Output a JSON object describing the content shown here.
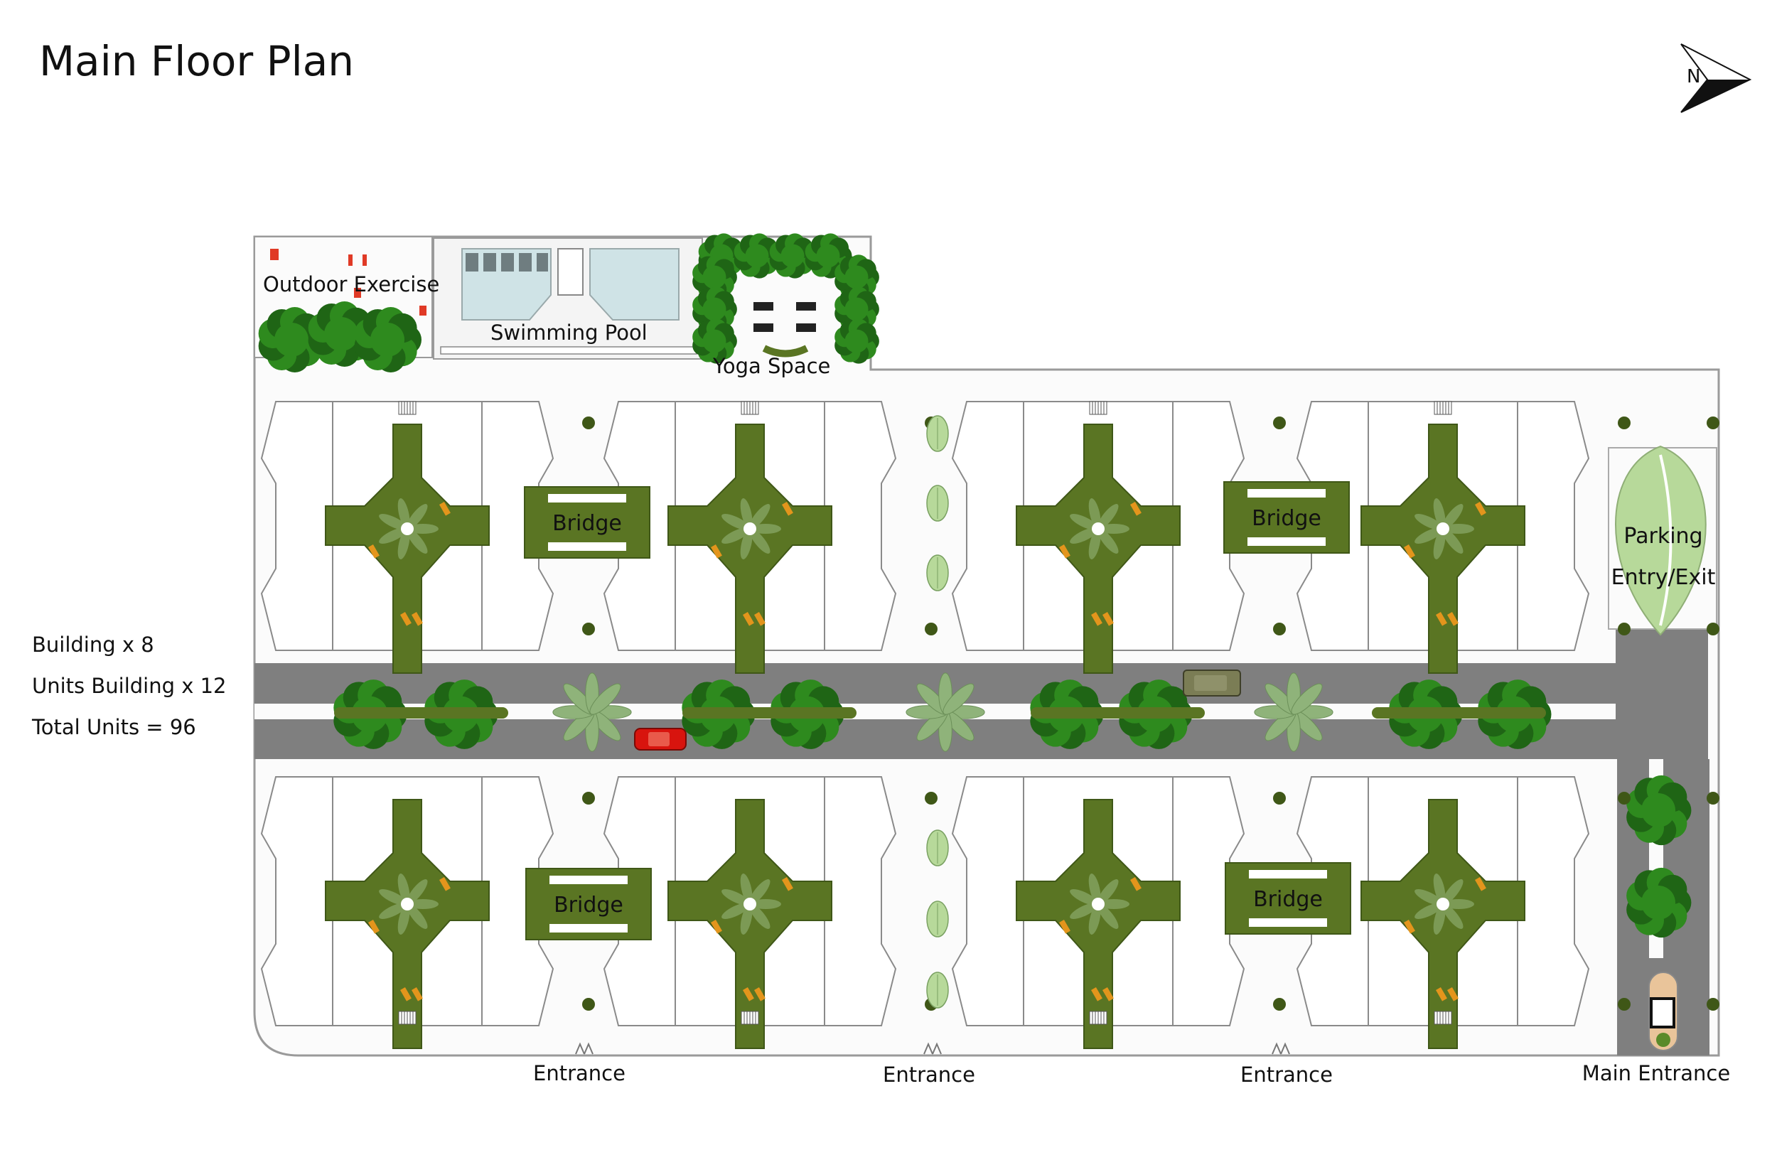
{
  "title": "Main Floor Plan",
  "compass_label": "N",
  "stats": [
    "Building x 8",
    "Units Building x 12",
    "Total Units = 96"
  ],
  "amenities": {
    "outdoor_exercise": "Outdoor Exercise",
    "swimming_pool": "Swimming Pool",
    "yoga_space": "Yoga Space"
  },
  "bridge_label": "Bridge",
  "parking": [
    "Parking",
    "Entry/Exit"
  ],
  "entrances": [
    "Entrance",
    "Entrance",
    "Entrance",
    "Main Entrance"
  ],
  "colors": {
    "lawn": "#5a7523",
    "lawn_dark": "#3f5717",
    "road": "#7f7f7f",
    "tree": "#2e8a1e",
    "tree_dark": "#1f6515",
    "pool_water": "#cfe3e6",
    "pale_leaf": "#b7d99a",
    "car_red": "#d8140e",
    "car_olive": "#7b7d55",
    "bench": "#e3951c"
  }
}
